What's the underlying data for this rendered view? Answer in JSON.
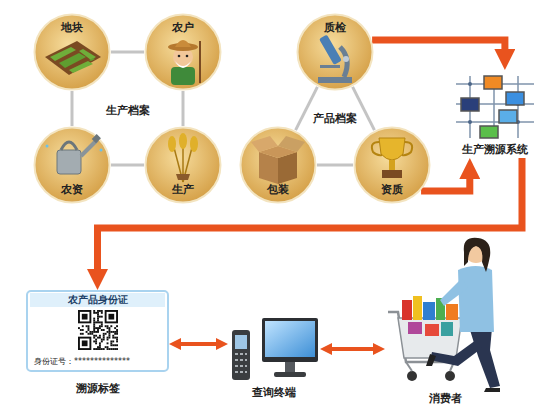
{
  "diagram": {
    "nodes": [
      {
        "text": [
          "地块"
        ]
      },
      {
        "text": [
          "农户"
        ]
      },
      {
        "text": [
          "农资"
        ]
      },
      {
        "text": [
          "生产"
        ]
      },
      {
        "text": [
          "质检"
        ]
      },
      {
        "text": [
          "包装"
        ]
      },
      {
        "text": [
          "资质"
        ]
      },
      {
        "text": [
          "生产溯源系统"
        ]
      },
      {
        "text": [
          "农产品身份证",
          "身份证号：**************",
          "溯源标签"
        ]
      },
      {
        "text": [
          "查询终端"
        ]
      },
      {
        "text": [
          "消费者"
        ]
      }
    ],
    "edges": [
      {
        "from": 0,
        "to": 1,
        "arrow": "none"
      },
      {
        "from": 0,
        "to": 2,
        "arrow": "none"
      },
      {
        "from": 1,
        "to": 3,
        "arrow": "none"
      },
      {
        "from": 2,
        "to": 3,
        "arrow": "none"
      },
      {
        "from": 4,
        "to": 5,
        "arrow": "none"
      },
      {
        "from": 4,
        "to": 6,
        "arrow": "none"
      },
      {
        "from": 5,
        "to": 6,
        "arrow": "none"
      },
      {
        "from": 4,
        "to": 7,
        "arrow": "to"
      },
      {
        "from": 6,
        "to": 7,
        "arrow": "to"
      },
      {
        "from": 7,
        "to": 8,
        "arrow": "to"
      },
      {
        "from": 8,
        "to": 9,
        "arrow": "both"
      },
      {
        "from": 9,
        "to": 10,
        "arrow": "both"
      }
    ],
    "labels": [
      "生产档案",
      "产品档案"
    ]
  }
}
